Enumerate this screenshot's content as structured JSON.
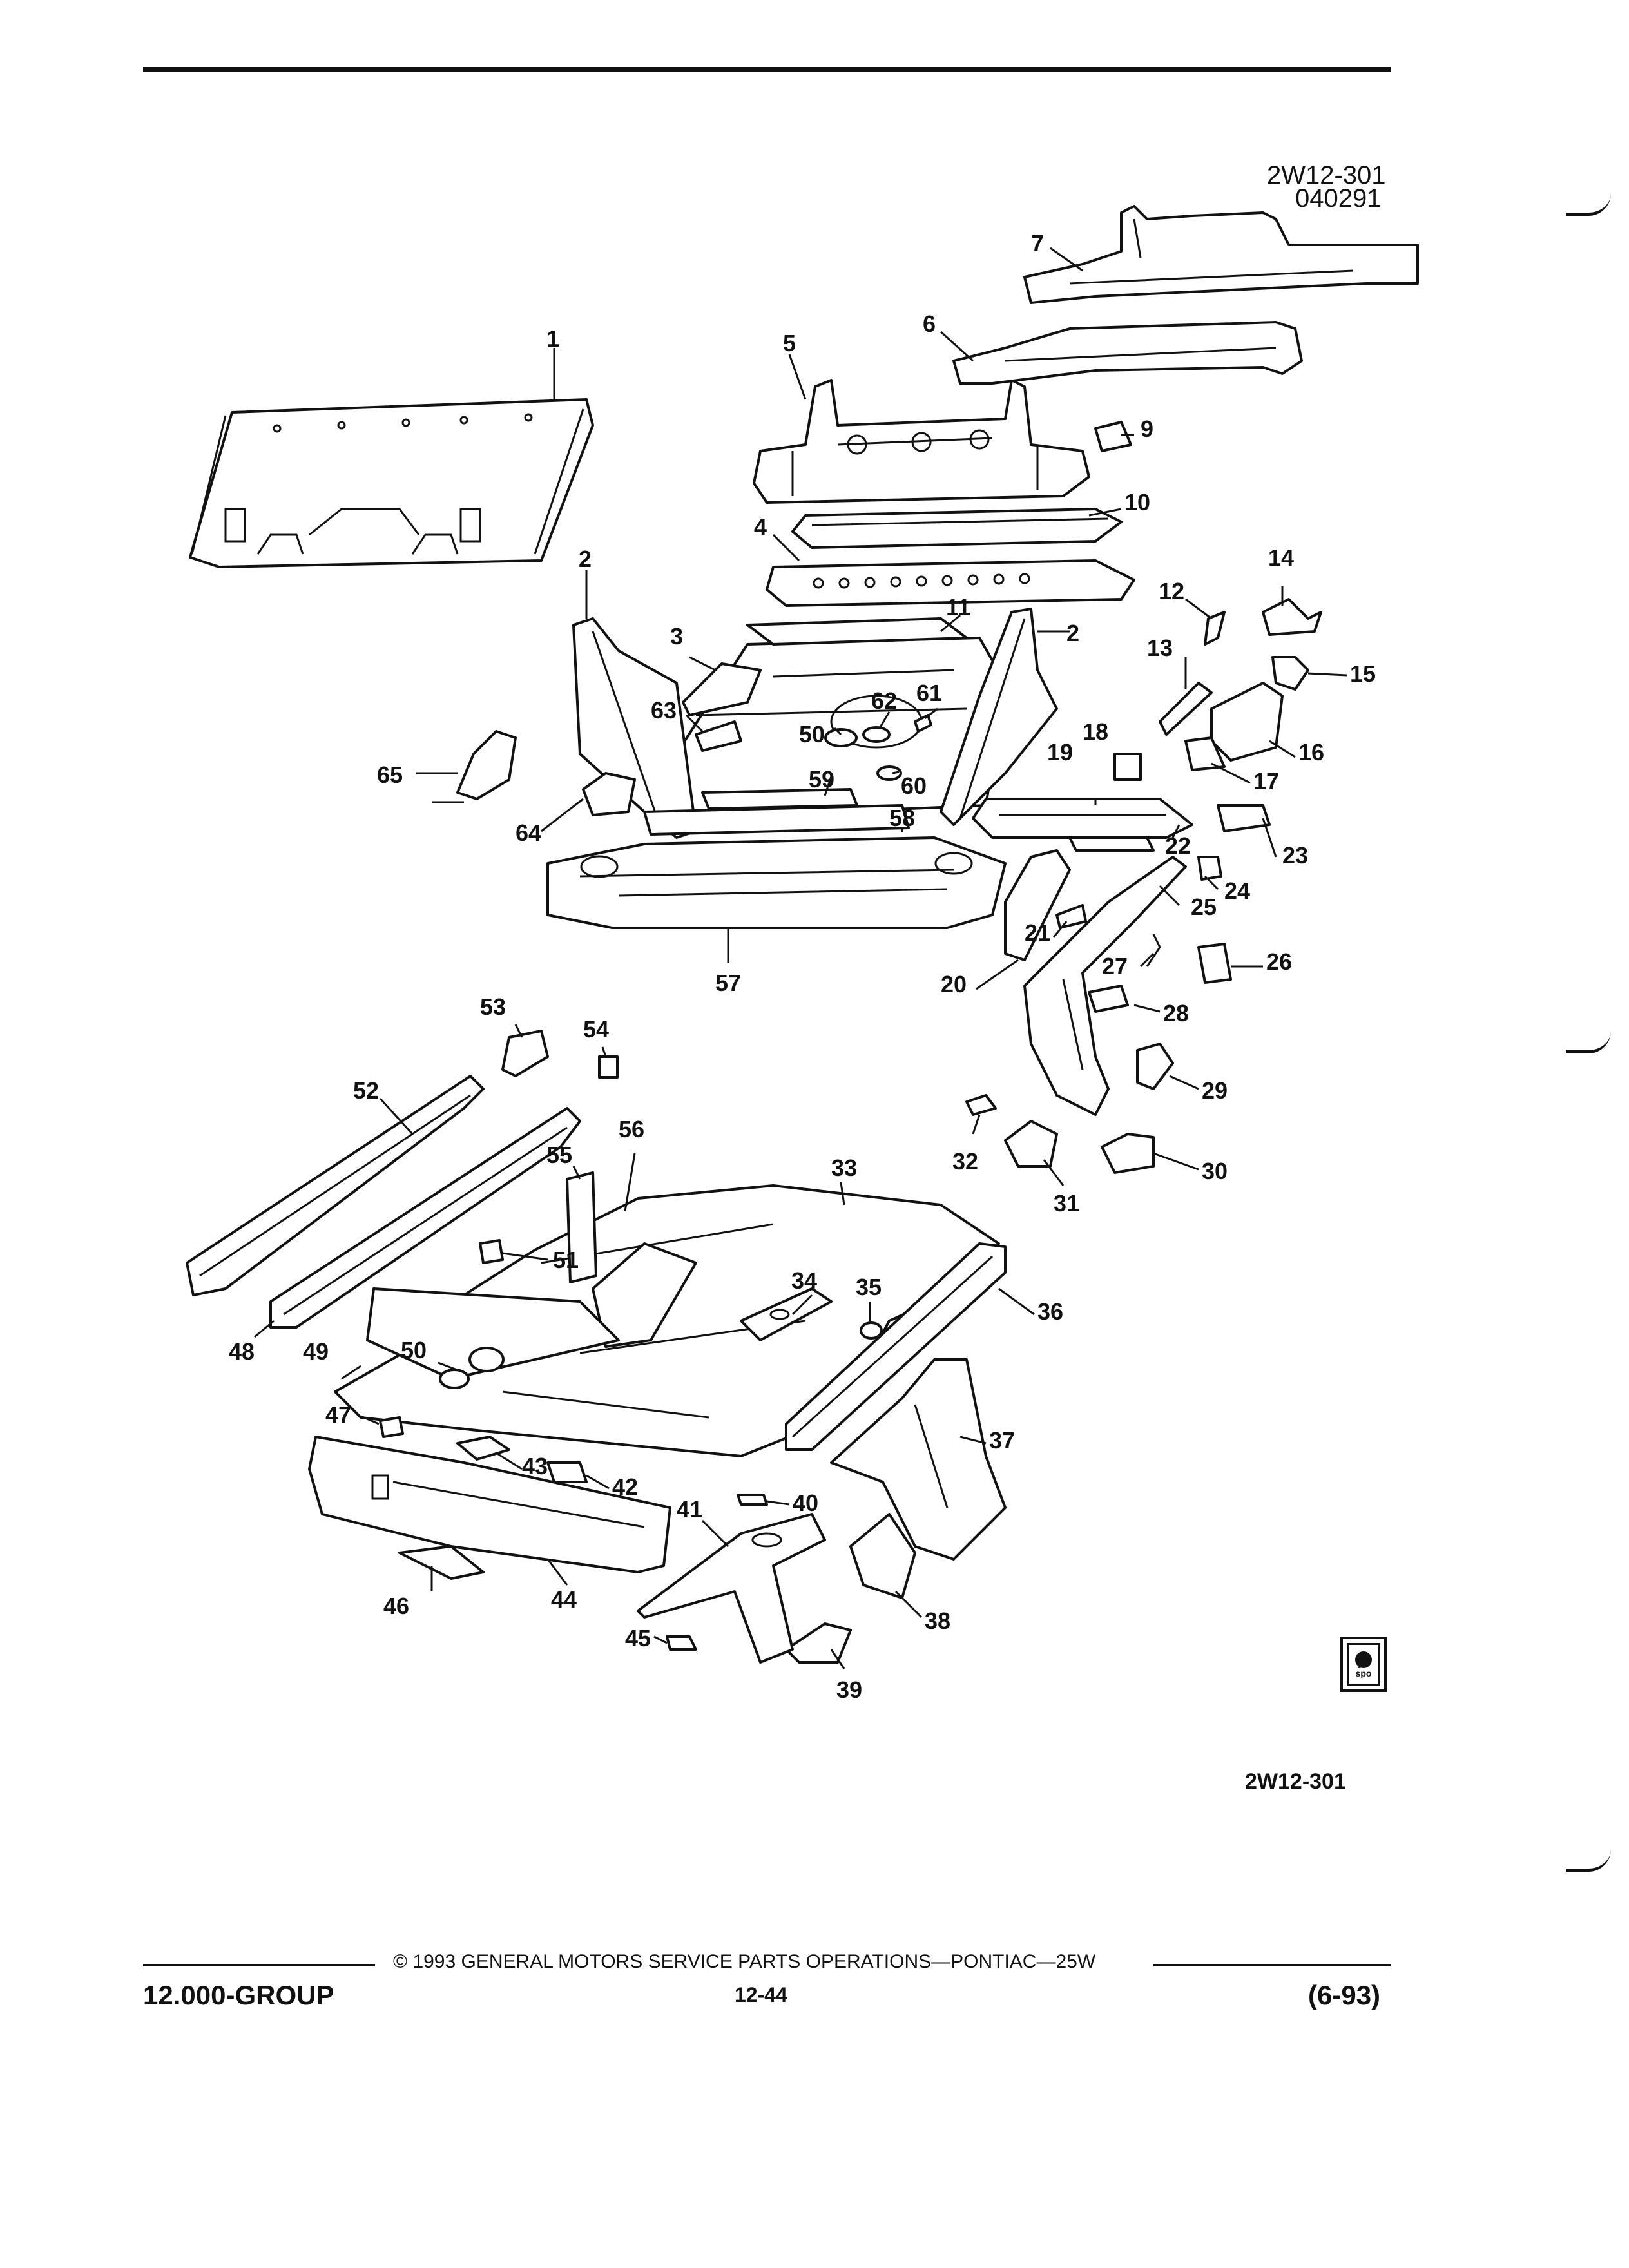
{
  "header": {
    "drawing_code": "2W12-301",
    "drawing_date": "040291"
  },
  "diagram": {
    "callouts": [
      {
        "id": "c1",
        "label": "1"
      },
      {
        "id": "c2a",
        "label": "2"
      },
      {
        "id": "c2b",
        "label": "2"
      },
      {
        "id": "c3",
        "label": "3"
      },
      {
        "id": "c4",
        "label": "4"
      },
      {
        "id": "c5",
        "label": "5"
      },
      {
        "id": "c6",
        "label": "6"
      },
      {
        "id": "c7",
        "label": "7"
      },
      {
        "id": "c9",
        "label": "9"
      },
      {
        "id": "c10",
        "label": "10"
      },
      {
        "id": "c11",
        "label": "11"
      },
      {
        "id": "c12",
        "label": "12"
      },
      {
        "id": "c13",
        "label": "13"
      },
      {
        "id": "c14",
        "label": "14"
      },
      {
        "id": "c15",
        "label": "15"
      },
      {
        "id": "c16",
        "label": "16"
      },
      {
        "id": "c17",
        "label": "17"
      },
      {
        "id": "c18",
        "label": "18"
      },
      {
        "id": "c19",
        "label": "19"
      },
      {
        "id": "c20",
        "label": "20"
      },
      {
        "id": "c21",
        "label": "21"
      },
      {
        "id": "c22",
        "label": "22"
      },
      {
        "id": "c23",
        "label": "23"
      },
      {
        "id": "c24",
        "label": "24"
      },
      {
        "id": "c25",
        "label": "25"
      },
      {
        "id": "c26",
        "label": "26"
      },
      {
        "id": "c27",
        "label": "27"
      },
      {
        "id": "c28",
        "label": "28"
      },
      {
        "id": "c29",
        "label": "29"
      },
      {
        "id": "c30",
        "label": "30"
      },
      {
        "id": "c31",
        "label": "31"
      },
      {
        "id": "c32",
        "label": "32"
      },
      {
        "id": "c33",
        "label": "33"
      },
      {
        "id": "c34",
        "label": "34"
      },
      {
        "id": "c35",
        "label": "35"
      },
      {
        "id": "c36",
        "label": "36"
      },
      {
        "id": "c37",
        "label": "37"
      },
      {
        "id": "c38",
        "label": "38"
      },
      {
        "id": "c39",
        "label": "39"
      },
      {
        "id": "c40",
        "label": "40"
      },
      {
        "id": "c41",
        "label": "41"
      },
      {
        "id": "c42",
        "label": "42"
      },
      {
        "id": "c43",
        "label": "43"
      },
      {
        "id": "c44",
        "label": "44"
      },
      {
        "id": "c45",
        "label": "45"
      },
      {
        "id": "c46",
        "label": "46"
      },
      {
        "id": "c47",
        "label": "47"
      },
      {
        "id": "c48",
        "label": "48"
      },
      {
        "id": "c49",
        "label": "49"
      },
      {
        "id": "c50a",
        "label": "50"
      },
      {
        "id": "c50b",
        "label": "50"
      },
      {
        "id": "c51",
        "label": "51"
      },
      {
        "id": "c52",
        "label": "52"
      },
      {
        "id": "c53",
        "label": "53"
      },
      {
        "id": "c54",
        "label": "54"
      },
      {
        "id": "c55",
        "label": "55"
      },
      {
        "id": "c56",
        "label": "56"
      },
      {
        "id": "c57",
        "label": "57"
      },
      {
        "id": "c58",
        "label": "58"
      },
      {
        "id": "c59",
        "label": "59"
      },
      {
        "id": "c60",
        "label": "60"
      },
      {
        "id": "c61",
        "label": "61"
      },
      {
        "id": "c62",
        "label": "62"
      },
      {
        "id": "c63",
        "label": "63"
      },
      {
        "id": "c64",
        "label": "64"
      },
      {
        "id": "c65",
        "label": "65"
      }
    ],
    "figure_code": "2W12-301"
  },
  "logo": {
    "icon": "gm-spo-logo-icon",
    "text": "gm spo"
  },
  "footer": {
    "copyright": "© 1993 GENERAL MOTORS SERVICE PARTS OPERATIONS—PONTIAC—25W",
    "group": "12.000-GROUP",
    "page_number": "12-44",
    "revision_date": "(6-93)"
  }
}
